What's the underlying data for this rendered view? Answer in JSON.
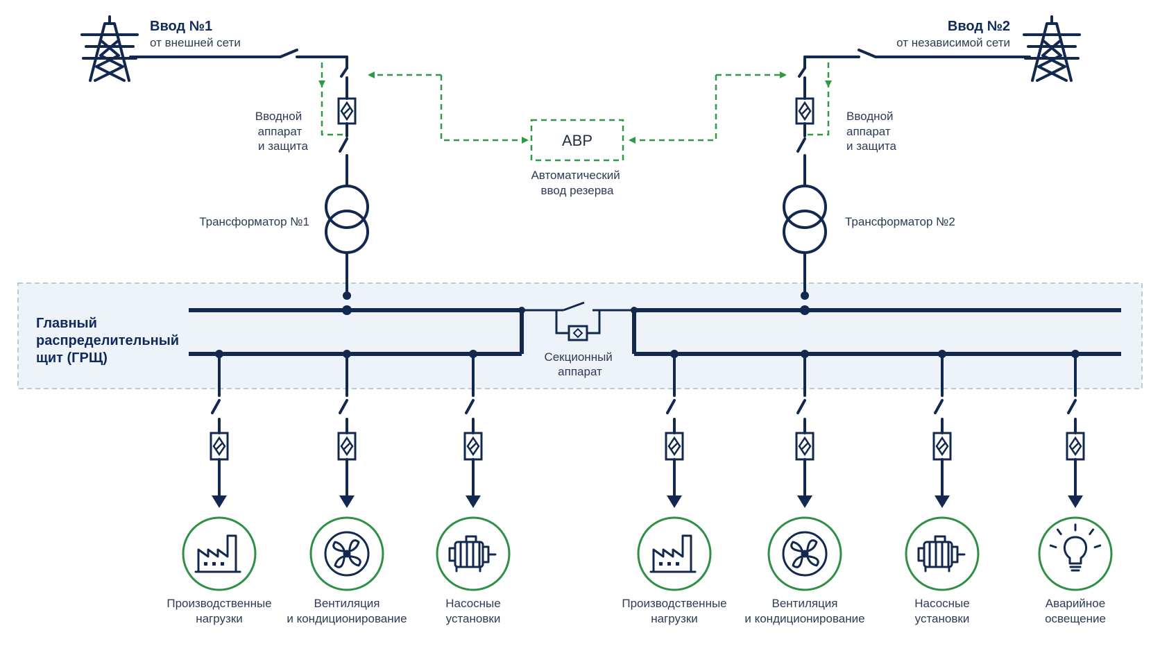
{
  "inputs": {
    "input1": {
      "title": "Ввод №1",
      "subtitle": "от внешней сети"
    },
    "input2": {
      "title": "Ввод №2",
      "subtitle": "от независимой сети"
    }
  },
  "protection": {
    "left": [
      "Вводной",
      "аппарат",
      "и защита"
    ],
    "right": [
      "Вводной",
      "аппарат",
      "и защита"
    ]
  },
  "abr": {
    "box_label": "АВР",
    "caption": [
      "Автоматический",
      "ввод резерва"
    ]
  },
  "transformers": {
    "t1": "Трансформатор №1",
    "t2": "Трансформатор №2"
  },
  "switchboard": {
    "title": [
      "Главный",
      "распределительный",
      "щит (ГРЩ)"
    ],
    "sectional": [
      "Секционный",
      "аппарат"
    ]
  },
  "loads": [
    {
      "icon": "factory-icon",
      "label": [
        "Производственные",
        "нагрузки"
      ]
    },
    {
      "icon": "fan-icon",
      "label": [
        "Вентиляция",
        "и кондиционирование"
      ]
    },
    {
      "icon": "motor-icon",
      "label": [
        "Насосные",
        "установки"
      ]
    },
    {
      "icon": "factory-icon",
      "label": [
        "Производственные",
        "нагрузки"
      ]
    },
    {
      "icon": "fan-icon",
      "label": [
        "Вентиляция",
        "и кондиционирование"
      ]
    },
    {
      "icon": "motor-icon",
      "label": [
        "Насосные",
        "установки"
      ]
    },
    {
      "icon": "bulb-icon",
      "label": [
        "Аварийное",
        "освещение"
      ]
    }
  ],
  "colors": {
    "line": "#12284f",
    "control": "#2e9a46",
    "panel_fill": "#eef3f9",
    "panel_border": "#a9b9cf",
    "circle": "#2e8f45"
  }
}
